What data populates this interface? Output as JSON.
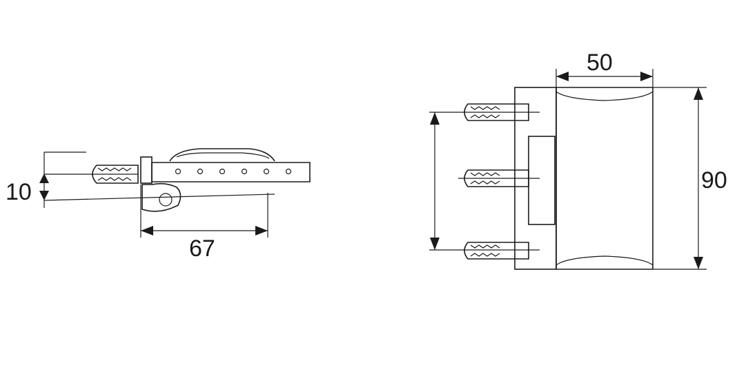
{
  "drawing": {
    "side_view": {
      "dim_height": "10",
      "dim_length": "67"
    },
    "front_view": {
      "dim_width": "50",
      "dim_height": "90"
    },
    "line_color": "#1a1a1a",
    "background": "#ffffff"
  }
}
